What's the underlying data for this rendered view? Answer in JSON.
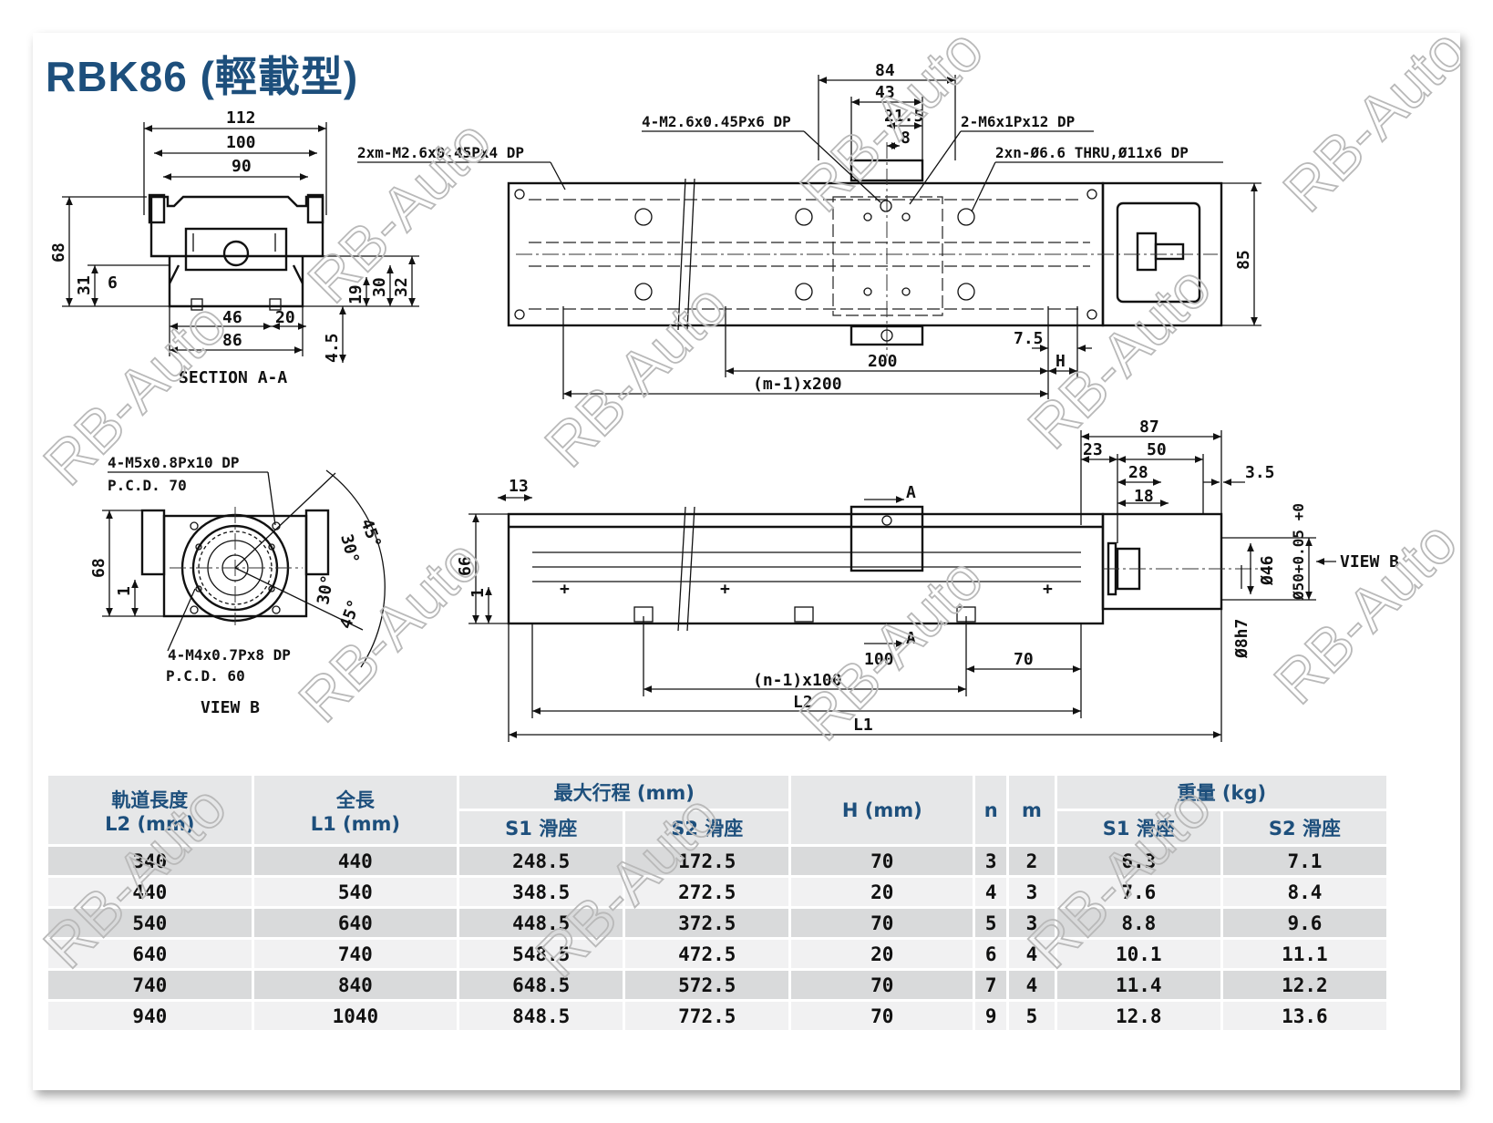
{
  "title": "RBK86 (輕載型)",
  "watermark": "RB-Auto",
  "section_a": {
    "label": "SECTION A-A",
    "dims": [
      "112",
      "100",
      "90",
      "68",
      "31",
      "6",
      "46",
      "20",
      "86",
      "4.5",
      "19",
      "30",
      "32"
    ]
  },
  "top_view": {
    "callouts": [
      "2xm-M2.6x0.45Px4 DP",
      "4-M2.6x0.45Px6 DP",
      "2-M6x1Px12 DP",
      "2xn-Ø6.6 THRU,Ø11x6 DP"
    ],
    "dims": [
      "84",
      "43",
      "21.5",
      "8",
      "85",
      "7.5",
      "200",
      "H",
      "(m-1)x200"
    ]
  },
  "view_b": {
    "label": "VIEW B",
    "callout_top": "4-M5x0.8Px10 DP",
    "pcd_top": "P.C.D. 70",
    "callout_bottom": "4-M4x0.7Px8 DP",
    "pcd_bottom": "P.C.D. 60",
    "dims": [
      "68",
      "1",
      "45°",
      "30°",
      "30°",
      "45°"
    ]
  },
  "side_view": {
    "dims": [
      "13",
      "66",
      "1",
      "87",
      "23",
      "50",
      "28",
      "18",
      "3.5",
      "Ø46",
      "Ø50+0.05 +0",
      "Ø8h7",
      "100",
      "70",
      "(n-1)x100",
      "L2",
      "L1"
    ],
    "labels": [
      "A",
      "A",
      "VIEW B"
    ]
  },
  "table": {
    "headers": {
      "rail_length": "軌道長度",
      "rail_length_sub": "L2 (mm)",
      "total_length": "全長",
      "total_length_sub": "L1 (mm)",
      "max_stroke": "最大行程 (mm)",
      "s1": "S1 滑座",
      "s2": "S2 滑座",
      "h": "H (mm)",
      "n": "n",
      "m": "m",
      "weight": "重量 (kg)",
      "w_s1": "S1 滑座",
      "w_s2": "S2 滑座"
    },
    "rows": [
      [
        "340",
        "440",
        "248.5",
        "172.5",
        "70",
        "3",
        "2",
        "6.3",
        "7.1"
      ],
      [
        "440",
        "540",
        "348.5",
        "272.5",
        "20",
        "4",
        "3",
        "7.6",
        "8.4"
      ],
      [
        "540",
        "640",
        "448.5",
        "372.5",
        "70",
        "5",
        "3",
        "8.8",
        "9.6"
      ],
      [
        "640",
        "740",
        "548.5",
        "472.5",
        "20",
        "6",
        "4",
        "10.1",
        "11.1"
      ],
      [
        "740",
        "840",
        "648.5",
        "572.5",
        "70",
        "7",
        "4",
        "11.4",
        "12.2"
      ],
      [
        "940",
        "1040",
        "848.5",
        "772.5",
        "70",
        "9",
        "5",
        "12.8",
        "13.6"
      ]
    ]
  }
}
